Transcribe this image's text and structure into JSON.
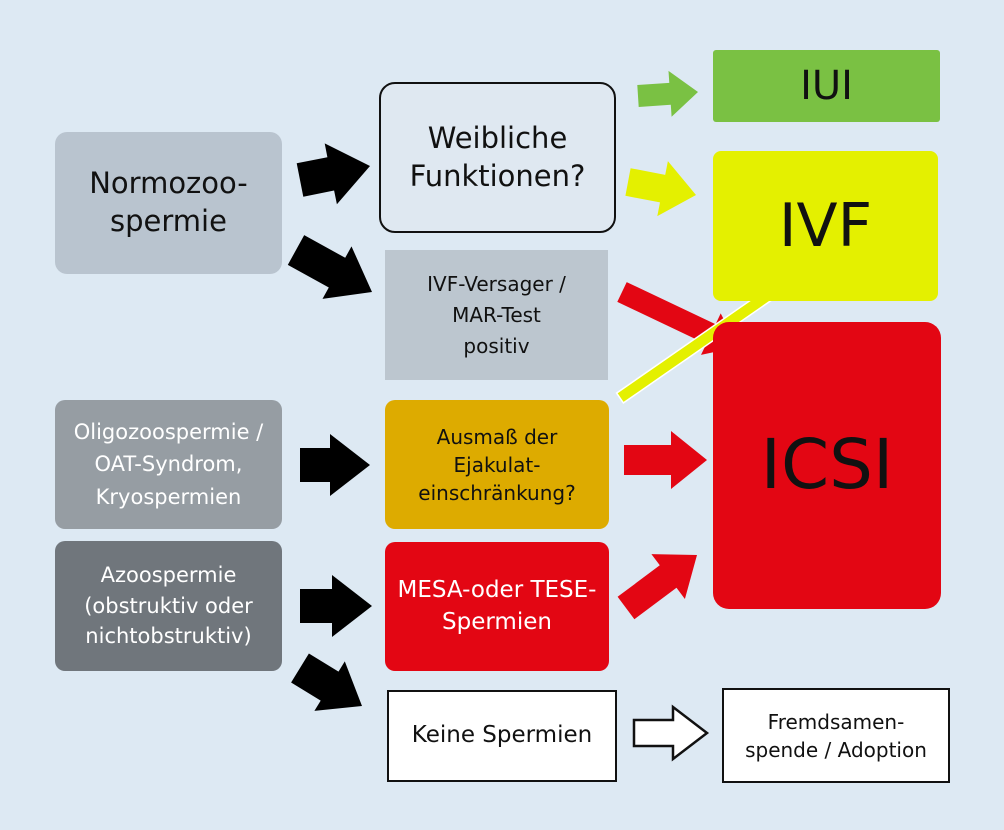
{
  "nodes": {
    "normozoospermie": "Normozoo-\nspermie",
    "oligozoospermie": "Oligozoospermie /\nOAT-Syndrom,\nKryospermien",
    "azoospermie": "Azoospermie\n(obstruktiv oder\nnichtobstruktiv)",
    "weibliche_funktionen": "Weibliche\nFunktionen?",
    "ivf_versager": "IVF-Versager /\nMAR-Test\npositiv",
    "ausmass": "Ausmaß der\nEjakulat-\neinschränkung?",
    "mesa_tese": "MESA-oder TESE-\nSpermien",
    "keine_spermien": "Keine Spermien",
    "iui": "IUI",
    "ivf": "IVF",
    "icsi": "ICSI",
    "fremdsamenspende": "Fremdsamen-\nspende / Adoption"
  },
  "colors": {
    "background": "#dde9f3",
    "iui": "#7ac143",
    "ivf": "#e4f000",
    "icsi": "#e30613",
    "ausmass": "#ddab00",
    "arrow_black": "#000000",
    "arrow_green": "#7ac143",
    "arrow_yellow": "#e4f000",
    "arrow_red": "#e30613"
  },
  "edges": [
    {
      "from": "normozoospermie",
      "to": "weibliche_funktionen",
      "color": "black"
    },
    {
      "from": "normozoospermie",
      "to": "ivf_versager",
      "color": "black"
    },
    {
      "from": "oligozoospermie",
      "to": "ausmass",
      "color": "black"
    },
    {
      "from": "azoospermie",
      "to": "mesa_tese",
      "color": "black"
    },
    {
      "from": "azoospermie",
      "to": "keine_spermien",
      "color": "black"
    },
    {
      "from": "weibliche_funktionen",
      "to": "iui",
      "color": "green"
    },
    {
      "from": "weibliche_funktionen",
      "to": "ivf",
      "color": "yellow"
    },
    {
      "from": "ivf_versager",
      "to": "icsi",
      "color": "red"
    },
    {
      "from": "ausmass",
      "to": "ivf",
      "color": "yellow"
    },
    {
      "from": "ausmass",
      "to": "icsi",
      "color": "red"
    },
    {
      "from": "mesa_tese",
      "to": "icsi",
      "color": "red"
    },
    {
      "from": "keine_spermien",
      "to": "fremdsamenspende",
      "color": "white"
    }
  ]
}
